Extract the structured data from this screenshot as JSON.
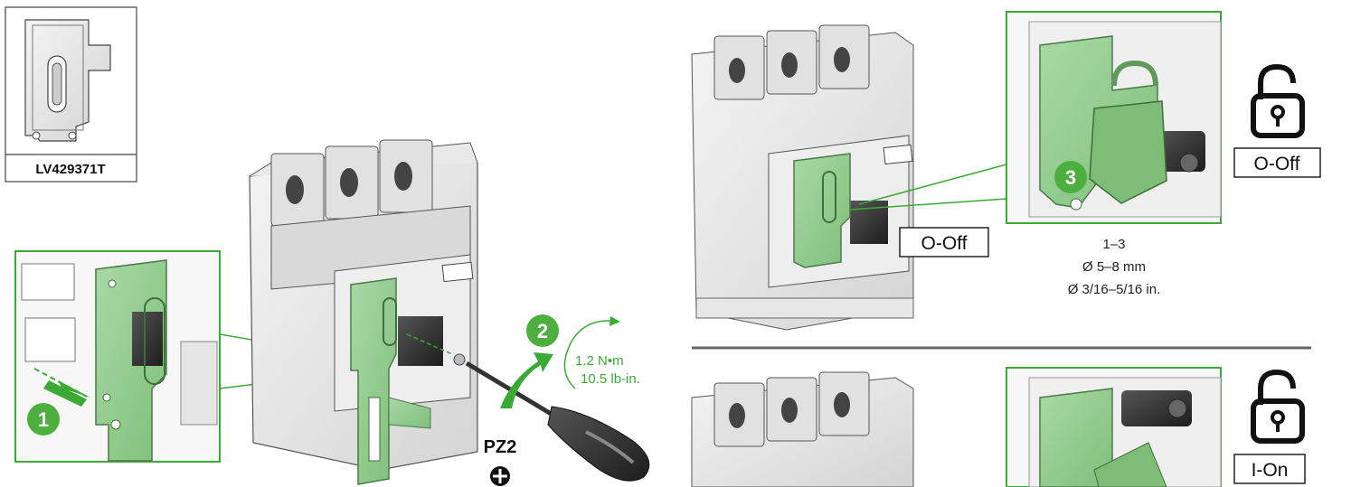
{
  "part": {
    "reference": "LV429371T"
  },
  "steps": [
    {
      "number": "1"
    },
    {
      "number": "2"
    },
    {
      "number": "3"
    }
  ],
  "torque": {
    "metric": "1.2 N•m",
    "imperial": "10.5 lb-in."
  },
  "tool": {
    "label": "PZ2",
    "icon": "phillips-screw-head-icon"
  },
  "padlock": {
    "quantity": "1–3",
    "shackle_metric": "Ø 5–8 mm",
    "shackle_imperial": "Ø 3/16–5/16 in."
  },
  "positions": {
    "off": "O-Off",
    "on": "I-On"
  },
  "colors": {
    "accent_green": "#3aaa35",
    "part_green": "#8fcc8c",
    "part_green_dark": "#5f9a5c",
    "step_green": "#4caf3e"
  }
}
